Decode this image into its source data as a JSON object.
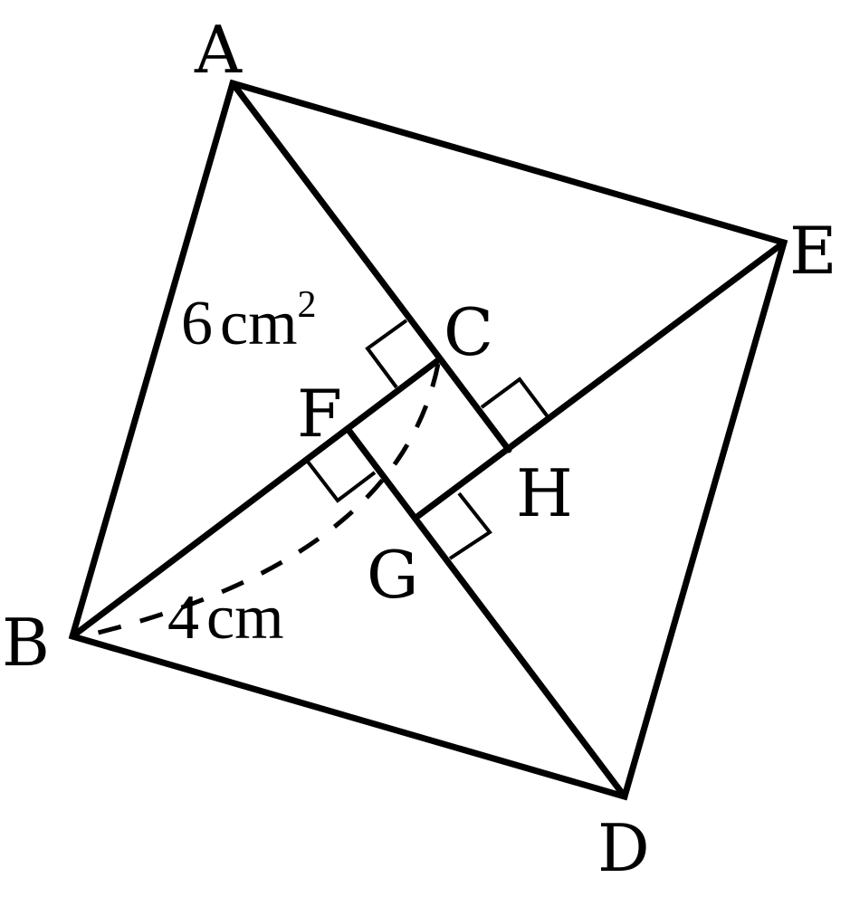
{
  "points": {
    "A": "A",
    "B": "B",
    "C": "C",
    "D": "D",
    "E": "E",
    "F": "F",
    "G": "G",
    "H": "H"
  },
  "labels": {
    "area_value": "6",
    "area_unit": "cm",
    "area_exp": "2",
    "length_value": "4",
    "length_unit": "cm"
  },
  "colors": {
    "stroke": "#000000",
    "background": "#ffffff"
  }
}
